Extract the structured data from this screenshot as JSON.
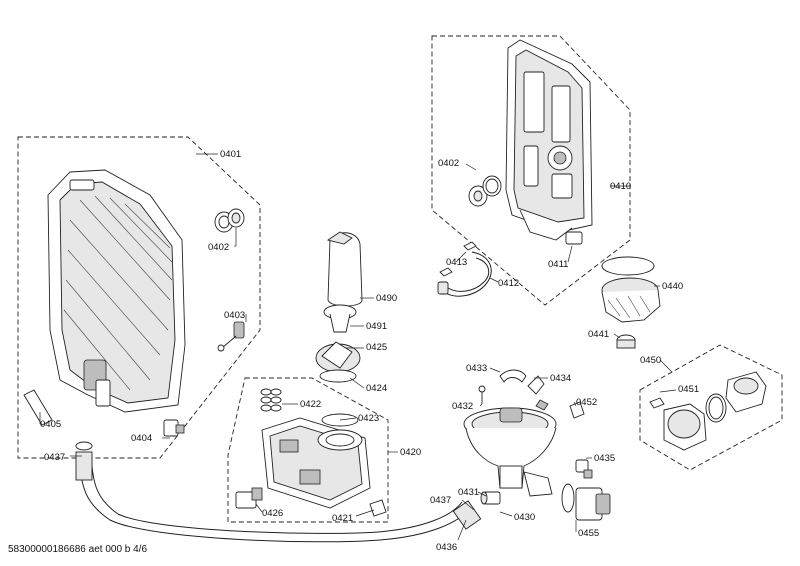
{
  "footer": {
    "drawing_code": "58300000186686 aet 000 b 4/6"
  },
  "labels": {
    "p0401": "0401",
    "p0402_left": "0402",
    "p0403": "0403",
    "p0404": "0404",
    "p0405": "0405",
    "p0437_left": "0437",
    "p0490": "0490",
    "p0491": "0491",
    "p0425": "0425",
    "p0424": "0424",
    "p0422": "0422",
    "p0423": "0423",
    "p0420": "0420",
    "p0426": "0426",
    "p0421": "0421",
    "p0402_right": "0402",
    "p0410": "0410",
    "p0413": "0413",
    "p0412": "0412",
    "p0411": "0411",
    "p0440": "0440",
    "p0441": "0441",
    "p0433": "0433",
    "p0434": "0434",
    "p0432": "0432",
    "p0452": "0452",
    "p0435": "0435",
    "p0450": "0450",
    "p0451": "0451",
    "p0437_right": "0437",
    "p0431": "0431",
    "p0430": "0430",
    "p0455": "0455",
    "p0436": "0436"
  }
}
